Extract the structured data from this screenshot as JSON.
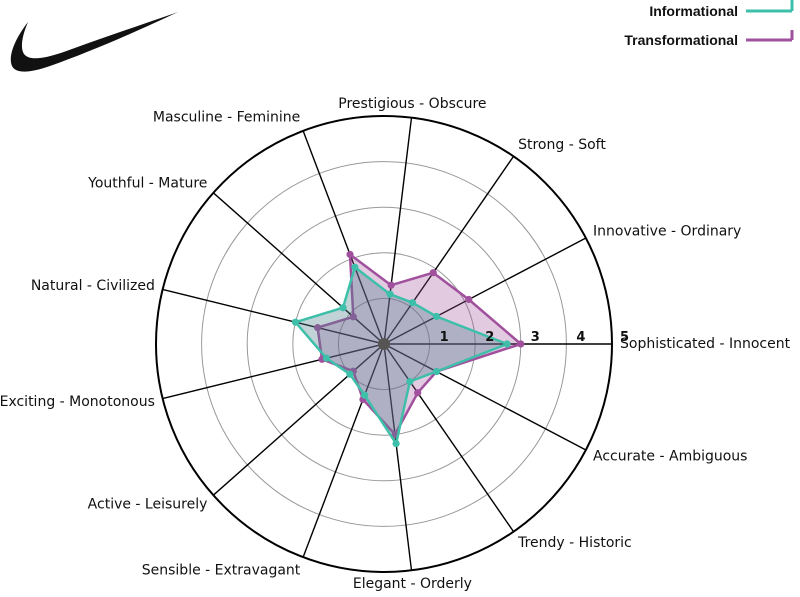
{
  "logo": {
    "name": "nike-swoosh",
    "color": "#111111"
  },
  "colors": {
    "informational": "#3dbfaa",
    "transformational": "#a0509c",
    "grid": "#000000",
    "ring": "#999999"
  },
  "chart_data": {
    "type": "radar",
    "title": "",
    "axes": [
      "Sophisticated - Innocent",
      "Innovative - Ordinary",
      "Strong - Soft",
      "Prestigious - Obscure",
      "Masculine - Feminine",
      "Youthful - Mature",
      "Natural - Civilized",
      "Exciting - Monotonous",
      "Active - Leisurely",
      "Sensible - Extravagant",
      "Elegant - Orderly",
      "Trendy - Historic",
      "Accurate - Ambiguous"
    ],
    "tick_labels": [
      "1",
      "2",
      "3",
      "4",
      "5"
    ],
    "range": [
      0,
      5
    ],
    "legend_position": "top-right",
    "series": [
      {
        "name": "Informational",
        "values": [
          2.7,
          1.3,
          1.1,
          1.1,
          1.8,
          1.2,
          2.0,
          1.3,
          1.0,
          1.2,
          2.2,
          1.0,
          1.3
        ]
      },
      {
        "name": "Transformational",
        "values": [
          3.0,
          2.1,
          1.9,
          1.3,
          2.1,
          0.9,
          1.5,
          1.4,
          0.9,
          1.3,
          2.0,
          1.3,
          1.3
        ]
      }
    ]
  }
}
